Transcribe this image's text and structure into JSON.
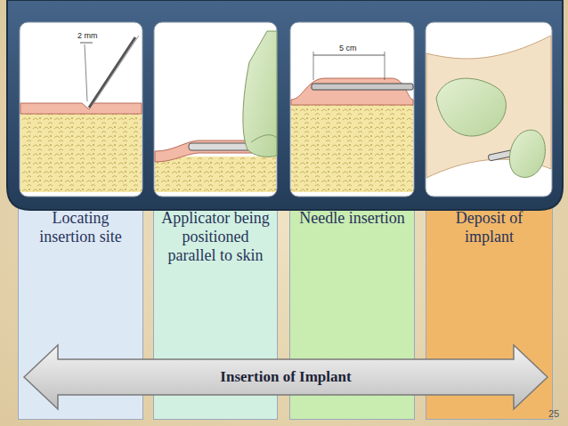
{
  "diagram": {
    "nodes": [
      {
        "text": [
          "Locating insertion site"
        ]
      },
      {
        "text": [
          "Applicator being positioned parallel to skin"
        ]
      },
      {
        "text": [
          "Needle insertion"
        ]
      },
      {
        "text": [
          "Deposit of implant"
        ]
      },
      {
        "text": [
          "Insertion of Implant"
        ]
      }
    ],
    "labels": [
      "2 mm",
      "5 cm",
      "25"
    ]
  }
}
